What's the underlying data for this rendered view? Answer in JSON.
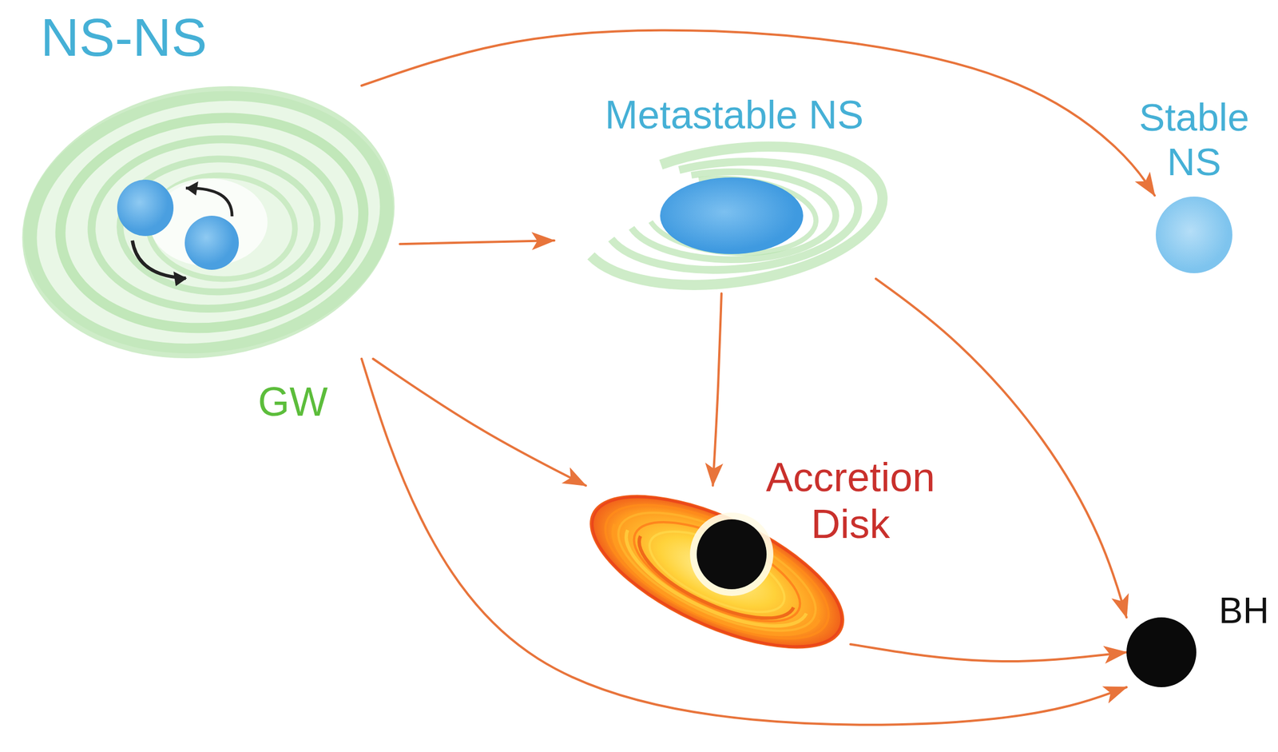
{
  "diagram": {
    "nodes": [
      {
        "text": [
          "NS-NS"
        ]
      },
      {
        "text": [
          "Metastable NS"
        ]
      },
      {
        "text": [
          "Stable NS"
        ]
      },
      {
        "text": [
          "Accretion Disk"
        ]
      },
      {
        "text": [
          "BH"
        ]
      }
    ],
    "edges": [
      {
        "from": 0,
        "to": 1,
        "arrow": "to"
      },
      {
        "from": 0,
        "to": 2,
        "arrow": "to"
      },
      {
        "from": 0,
        "to": 3,
        "arrow": "to"
      },
      {
        "from": 0,
        "to": 4,
        "arrow": "to"
      },
      {
        "from": 1,
        "to": 3,
        "arrow": "to"
      },
      {
        "from": 1,
        "to": 4,
        "arrow": "to"
      },
      {
        "from": 3,
        "to": 4,
        "arrow": "to"
      }
    ],
    "labels": [
      "GW"
    ]
  }
}
